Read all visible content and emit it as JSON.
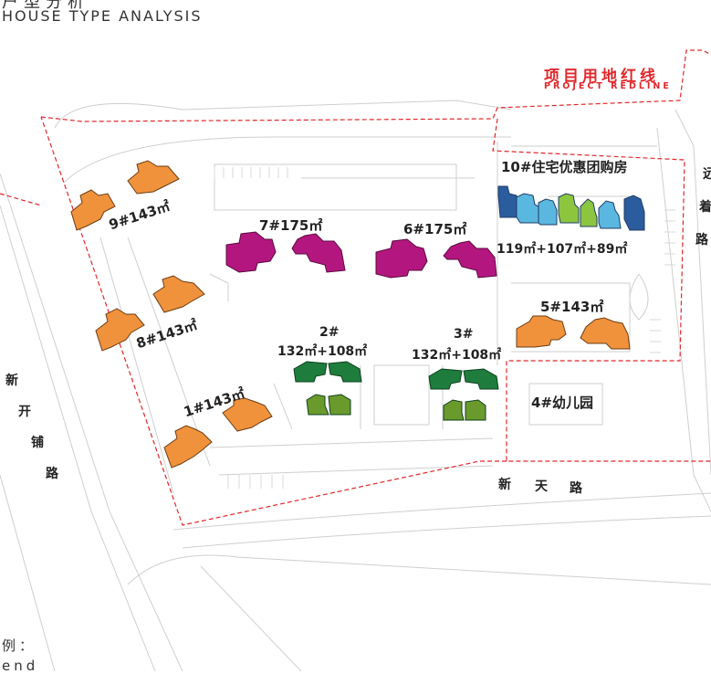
{
  "header": {
    "title_cn_fragment": "户型分析",
    "title_en": "HOUSE TYPE ANALYSIS"
  },
  "redline": {
    "label_cn": "项目用地红线",
    "label_en": "PROJECT REDLINE",
    "color": "#e0282c"
  },
  "buildings": {
    "b9": "9#143㎡",
    "b8": "8#143㎡",
    "b1": "1#143㎡",
    "b7": "7#175㎡",
    "b6": "6#175㎡",
    "b10_title": "10#住宅优惠团购房",
    "b10_sizes": "119㎡+107㎡+89㎡",
    "b5": "5#143㎡",
    "b2_num": "2#",
    "b2_sizes": "132㎡+108㎡",
    "b3_num": "3#",
    "b3_sizes": "132㎡+108㎡",
    "b4": "4#幼儿园"
  },
  "roads": {
    "xinkaipu": [
      "新",
      "开",
      "铺",
      "路"
    ],
    "xintian": [
      "新",
      "天",
      "路"
    ],
    "right_road": [
      "远",
      "着",
      "路"
    ]
  },
  "legend": {
    "label_cn": "例：",
    "label_en": "end"
  },
  "colors": {
    "orange_143": "#f0923c",
    "magenta_175": "#b3177f",
    "dark_green": "#1e7d3c",
    "olive_green": "#6a9a2c",
    "navy": "#2b5c9e",
    "light_blue": "#5ab7e0",
    "lime": "#8cc63f"
  }
}
